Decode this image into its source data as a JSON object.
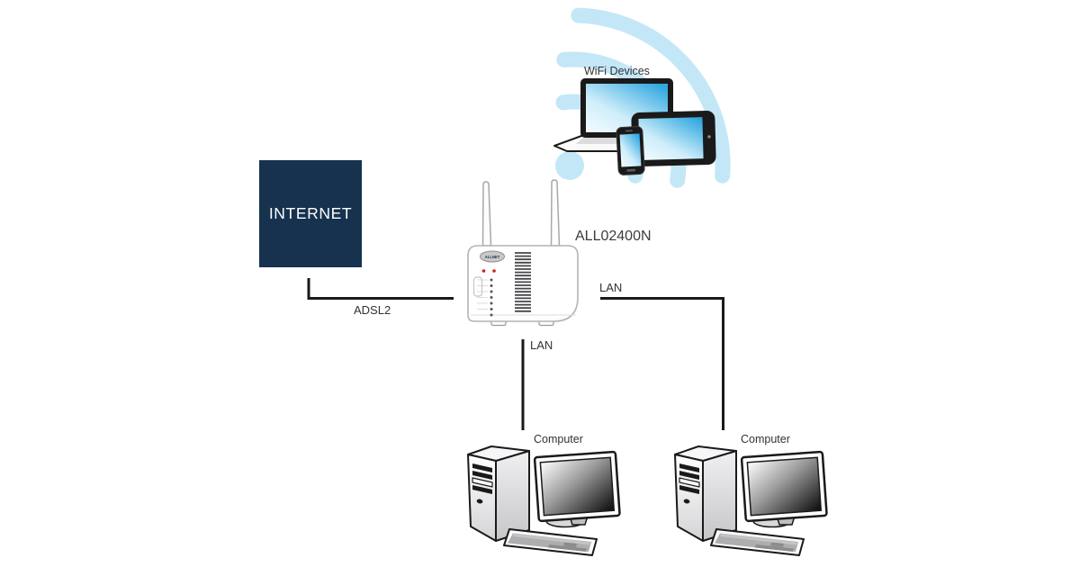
{
  "colors": {
    "background": "#ffffff",
    "navy": "#16324f",
    "wifi_blue": "#c3e7f7",
    "screen_blue": "#2fa7e0",
    "line": "#1a1a1a",
    "label": "#333333",
    "led_red": "#cc2222"
  },
  "diagram": {
    "internet": {
      "label": "INTERNET"
    },
    "router": {
      "model_label": "ALL02400N",
      "logo_text": "ALLNET"
    },
    "wifi_group": {
      "label": "WiFi Devices"
    },
    "computers": [
      {
        "label": "Computer"
      },
      {
        "label": "Computer"
      }
    ],
    "links": {
      "adsl": {
        "label": "ADSL2"
      },
      "lan_down": {
        "label": "LAN"
      },
      "lan_right": {
        "label": "LAN"
      }
    }
  }
}
